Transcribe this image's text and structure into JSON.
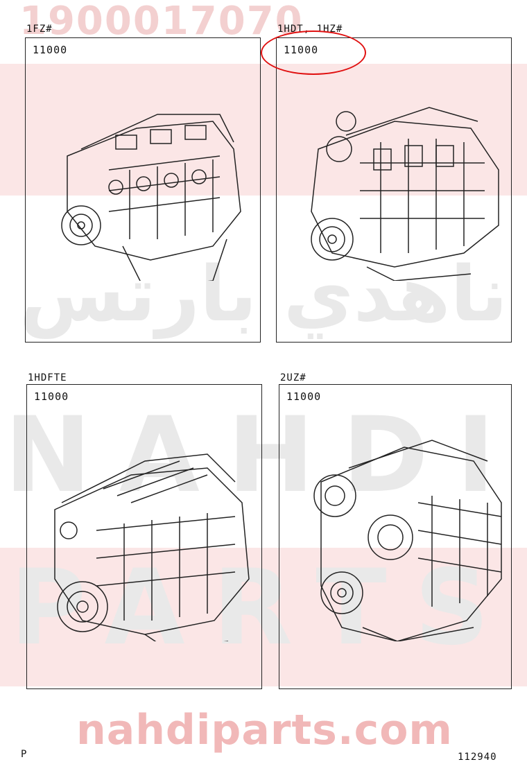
{
  "watermark": {
    "part_number": "1900017070",
    "arabic": "ناهدي بارتس",
    "word1": "NAHDI",
    "word2": "PARTS",
    "site": "nahdiparts.com"
  },
  "panels": [
    {
      "model": "1FZ#",
      "code": "11000"
    },
    {
      "model": "1HDT, 1HZ#",
      "code": "11000"
    },
    {
      "model": "1HDFTE",
      "code": "11000"
    },
    {
      "model": "2UZ#",
      "code": "11000"
    }
  ],
  "footer": {
    "left": "P",
    "right": "112940"
  },
  "colors": {
    "highlight": "#e01010",
    "watermark": "#f1b8b8"
  }
}
